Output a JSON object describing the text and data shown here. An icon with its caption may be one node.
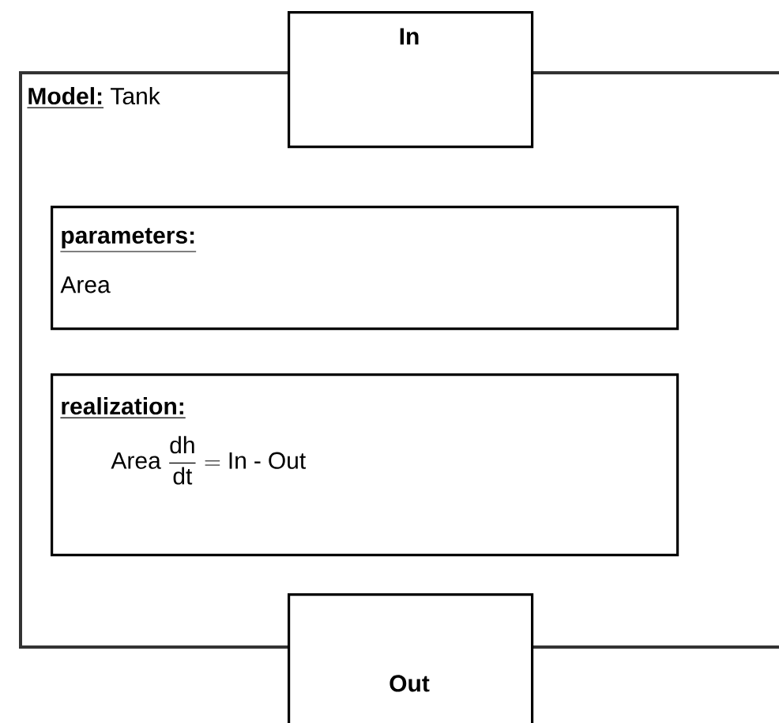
{
  "diagram": {
    "nodes": [
      {
        "text": [
          "Model:",
          "Tank"
        ]
      },
      {
        "text": [
          "In"
        ]
      },
      {
        "text": [
          "parameters:",
          "Area"
        ],
        "in": 0
      },
      {
        "text": [
          "realization:",
          "\\mathrm{Area}\\;\\frac{\\mathrm{dh}}{\\mathrm{dt}} = \\mathrm{In}\\;\\text{-}\\;\\mathrm{Out}"
        ],
        "in": 0
      },
      {
        "text": [
          "Out"
        ]
      }
    ],
    "edges": []
  }
}
